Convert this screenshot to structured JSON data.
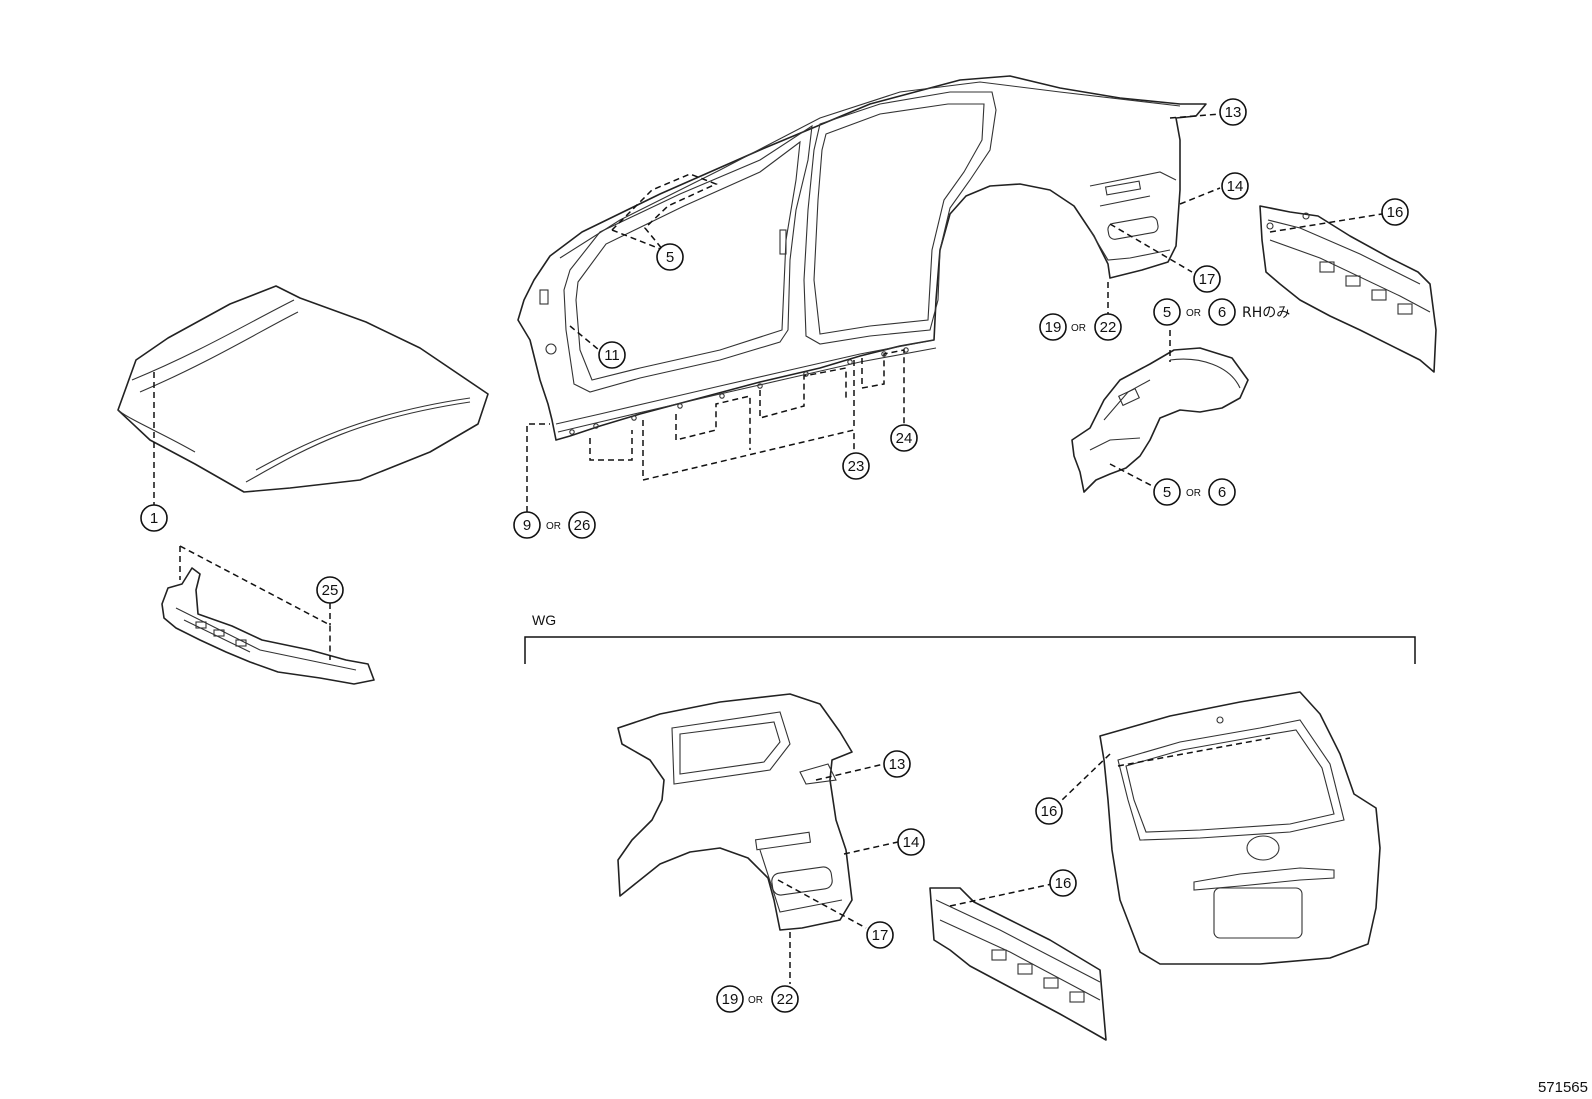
{
  "callouts": {
    "hood": "1",
    "radiator_support": "25",
    "side_glass_area": "5",
    "front_pillar": "11",
    "rocker_left_a": "9",
    "rocker_left_b": "26",
    "rocker_23": "23",
    "rocker_24": "24",
    "quarter_13": "13",
    "quarter_14": "14",
    "quarter_17": "17",
    "quarter_19": "19",
    "quarter_22": "22",
    "back_panel_16": "16",
    "wheelhouse_top_5": "5",
    "wheelhouse_top_6": "6",
    "wheelhouse_bot_5": "5",
    "wheelhouse_bot_6": "6",
    "wg_13": "13",
    "wg_14": "14",
    "wg_17": "17",
    "wg_19": "19",
    "wg_22": "22",
    "wg_16_door": "16",
    "wg_16_panel": "16"
  },
  "or_label": "OR",
  "rh_note": "RHのみ",
  "group_label": "WG",
  "figure_id": "571565"
}
